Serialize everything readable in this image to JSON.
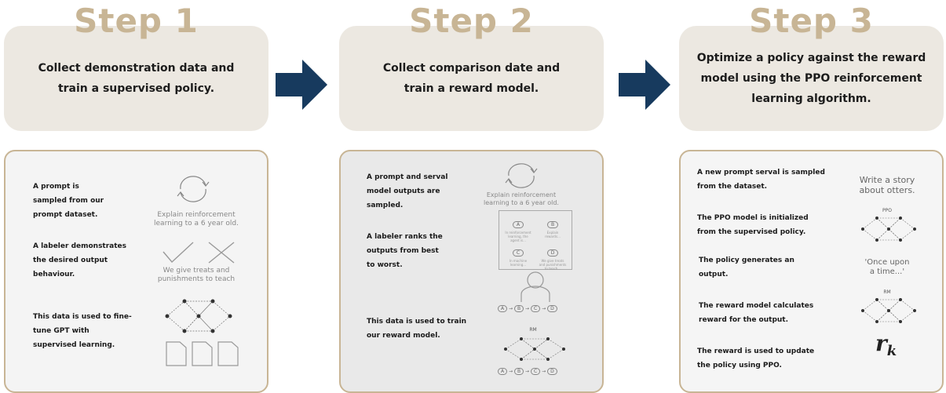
{
  "steps": [
    {
      "title": "Step 1",
      "summary": "Collect demonstration data and train a supervised policy.",
      "notes": [
        "A prompt is\nsampled from our\nprompt dataset.",
        "A labeler demonstrates\nthe desired output\nbehaviour.",
        "This data is used to fine-\ntune GPT with\nsupervised learning."
      ],
      "illustration": {
        "prompt_text": "Explain reinforcement\nlearning to a 6 year old.",
        "demo_text": "We give treats and\npunishments to teach"
      }
    },
    {
      "title": "Step 2",
      "summary": "Collect comparison date and train a reward model.",
      "notes": [
        "A prompt  and serval\nmodel outputs are\nsampled.",
        "A labeler ranks the\noutputs from best\nto worst.",
        "This data is used to train\nour reward model."
      ],
      "illustration": {
        "prompt_text": "Explain reinforcement\nlearning to a 6 year old.",
        "options": [
          {
            "letter": "A",
            "text": "In reinforcement\nlearning, the\nagent is..."
          },
          {
            "letter": "B",
            "text": "Explain\nrewards..."
          },
          {
            "letter": "C",
            "text": "In machine\nlearning..."
          },
          {
            "letter": "D",
            "text": "We give treats\nand punishments\nto teach..."
          }
        ],
        "ranking": [
          "A",
          "B",
          "C",
          "D"
        ],
        "model_label": "RM"
      }
    },
    {
      "title": "Step 3",
      "summary": "Optimize a policy against the reward model using the PPO reinforcement learning algorithm.",
      "notes": [
        "A new prompt serval  is sampled\nfrom the dataset.",
        "The PPO model is initialized\nfrom the supervised policy.",
        "The policy generates an\noutput.",
        "The reward model calculates\nreward for the output.",
        "The reward is used to update\nthe policy using PPO."
      ],
      "illustration": {
        "prompt_text": "Write a story\nabout otters.",
        "policy_label": "PPO",
        "output_text": "'Once upon\na time...'",
        "model_label": "RM",
        "reward_symbol": "r",
        "reward_subscript": "k"
      }
    }
  ],
  "colors": {
    "title": "#c8b595",
    "card": "#ece8e1",
    "border": "#c8b595",
    "arrow": "#173a5e"
  }
}
